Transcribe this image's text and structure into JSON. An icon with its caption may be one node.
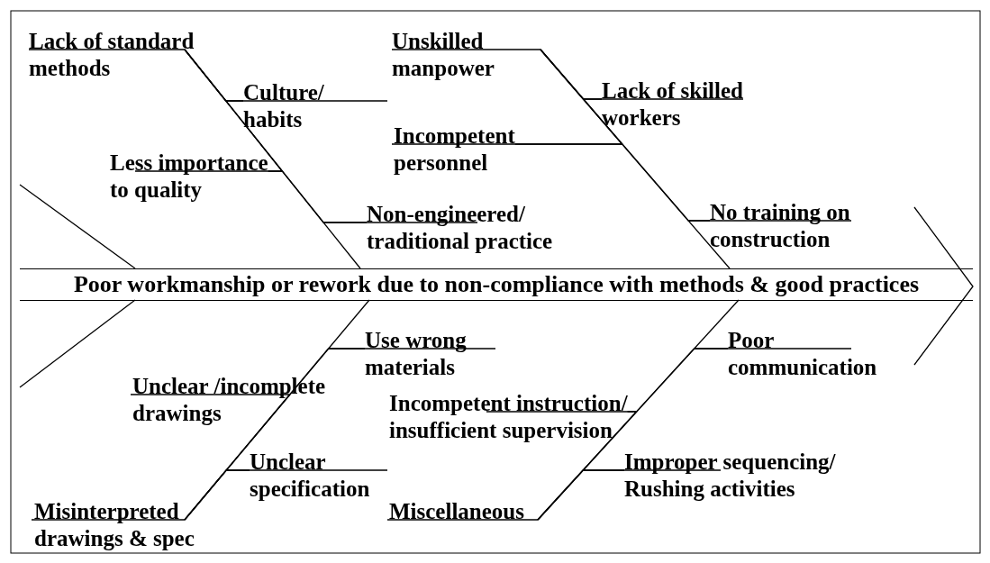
{
  "diagram": {
    "nodes": [
      {
        "text": [
          "Poor workmanship or rework due to non-compliance with methods & good practices"
        ]
      },
      {
        "text": [
          "Lack of standard methods"
        ]
      },
      {
        "text": [
          "Culture/ habits"
        ]
      },
      {
        "text": [
          "Less importance to quality"
        ]
      },
      {
        "text": [
          "Non-engineered/ traditional practice"
        ]
      },
      {
        "text": [
          "Unskilled manpower"
        ]
      },
      {
        "text": [
          "Lack of skilled workers"
        ]
      },
      {
        "text": [
          "Incompetent personnel"
        ]
      },
      {
        "text": [
          "No training on construction"
        ]
      },
      {
        "text": [
          "Misinterpreted drawings & spec"
        ]
      },
      {
        "text": [
          "Use wrong materials"
        ]
      },
      {
        "text": [
          "Unclear /incomplete drawings"
        ]
      },
      {
        "text": [
          "Unclear specification"
        ]
      },
      {
        "text": [
          "Miscellaneous"
        ]
      },
      {
        "text": [
          "Poor communication"
        ]
      },
      {
        "text": [
          "Incompetent instruction/ insufficient supervision"
        ]
      },
      {
        "text": [
          "Improper sequencing/ Rushing activities"
        ]
      }
    ],
    "edges": [
      {
        "from": 1,
        "to": 0,
        "arrow": "none"
      },
      {
        "from": 2,
        "to": 1,
        "arrow": "none"
      },
      {
        "from": 3,
        "to": 1,
        "arrow": "none"
      },
      {
        "from": 4,
        "to": 1,
        "arrow": "none"
      },
      {
        "from": 5,
        "to": 0,
        "arrow": "none"
      },
      {
        "from": 6,
        "to": 5,
        "arrow": "none"
      },
      {
        "from": 7,
        "to": 5,
        "arrow": "none"
      },
      {
        "from": 8,
        "to": 5,
        "arrow": "none"
      },
      {
        "from": 9,
        "to": 0,
        "arrow": "none"
      },
      {
        "from": 10,
        "to": 9,
        "arrow": "none"
      },
      {
        "from": 11,
        "to": 9,
        "arrow": "none"
      },
      {
        "from": 12,
        "to": 9,
        "arrow": "none"
      },
      {
        "from": 13,
        "to": 0,
        "arrow": "none"
      },
      {
        "from": 14,
        "to": 13,
        "arrow": "none"
      },
      {
        "from": 15,
        "to": 13,
        "arrow": "none"
      },
      {
        "from": 16,
        "to": 13,
        "arrow": "none"
      }
    ]
  }
}
